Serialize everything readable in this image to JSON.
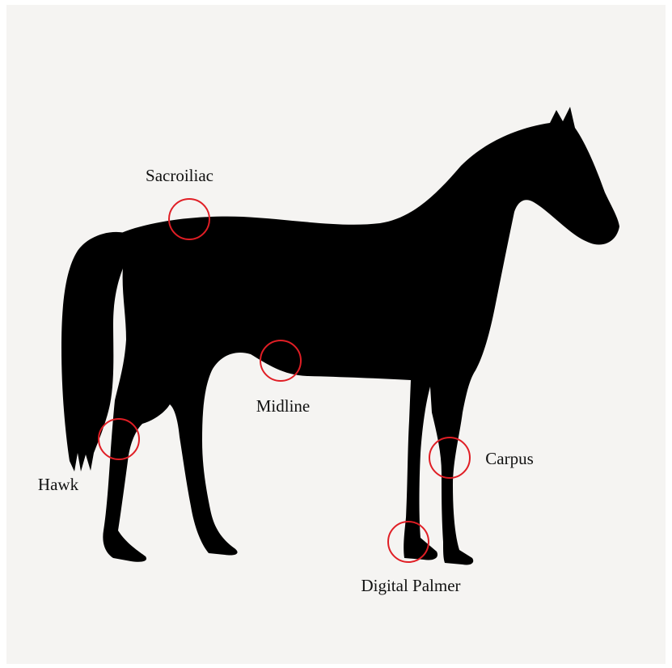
{
  "labels": {
    "sacroiliac": "Sacroiliac",
    "midline": "Midline",
    "hawk": "Hawk",
    "carpus": "Carpus",
    "digital_palmer": "Digital Palmer"
  },
  "colors": {
    "background": "#f5f4f2",
    "silhouette": "#000000",
    "marker": "#e01e25",
    "text": "#111111"
  }
}
